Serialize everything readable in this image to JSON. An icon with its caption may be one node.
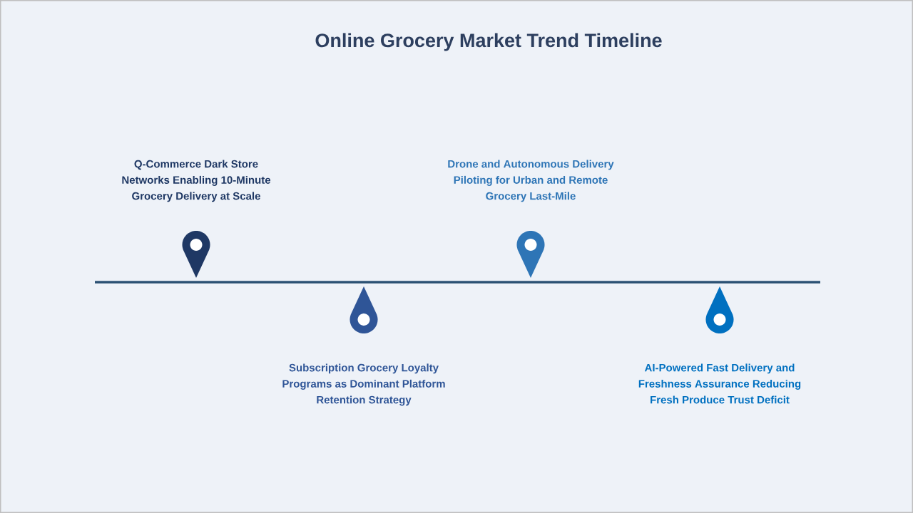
{
  "diagram": {
    "title": "Online Grocery Market Trend Timeline",
    "labels": [
      "Q-Commerce Dark Store Networks Enabling 10-Minute Grocery Delivery at Scale",
      "Subscription Grocery Loyalty Programs as Dominant Platform Retention Strategy",
      "Drone and Autonomous Delivery Piloting for Urban and Remote Grocery Last-Mile",
      "AI-Powered Fast Delivery and Freshness Assurance Reducing Fresh Produce Trust Deficit"
    ]
  }
}
